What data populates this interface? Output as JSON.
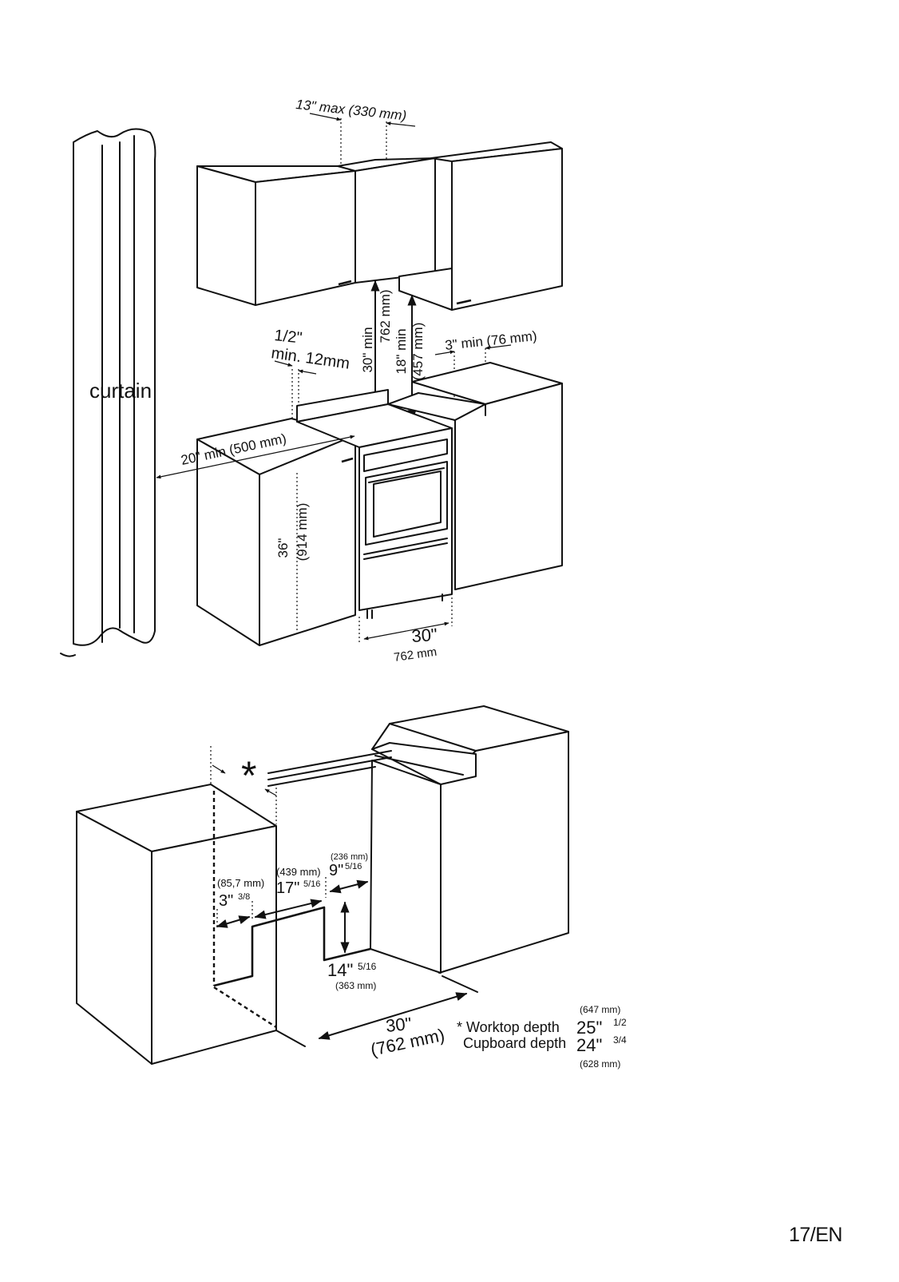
{
  "figure_top": {
    "labels": {
      "curtain": "curtain",
      "hood_offset": "13\" max (330 mm)",
      "hood_height_in": "30\" min",
      "hood_height_mm": "762 mm)",
      "cabinet_height_in": "18\" min",
      "cabinet_height_mm": "(457 mm)",
      "gap_fraction": "1/2\"",
      "gap_min": "min. 12mm",
      "side_gap": "3\" min (76 mm)",
      "curtain_distance": "20\" min (500 mm)",
      "counter_height_in": "36\"",
      "counter_height_mm": "(914 mm)",
      "width_in": "30\"",
      "width_mm": "762 mm"
    }
  },
  "figure_bottom": {
    "labels": {
      "asterisk": "*",
      "dim_a_mm": "(85,7 mm)",
      "dim_a_in": "3\"",
      "dim_a_frac": "3/8",
      "dim_b_mm": "(439 mm)",
      "dim_b_in": "17\"",
      "dim_b_frac": "5/16",
      "dim_c_mm": "(236 mm)",
      "dim_c_in": "9\"",
      "dim_c_frac": "5/16",
      "dim_d_in": "14\"",
      "dim_d_frac": "5/16",
      "dim_d_mm": "(363 mm)",
      "width_in": "30\"",
      "width_mm": "(762 mm)",
      "worktop_label": "* Worktop depth",
      "worktop_in": "25\"",
      "worktop_frac": "1/2",
      "worktop_mm": "(647 mm)",
      "cupboard_label": "Cupboard depth",
      "cupboard_in": "24\"",
      "cupboard_frac": "3/4",
      "cupboard_mm": "(628 mm)"
    }
  },
  "footer": {
    "page_number": "17/EN"
  }
}
